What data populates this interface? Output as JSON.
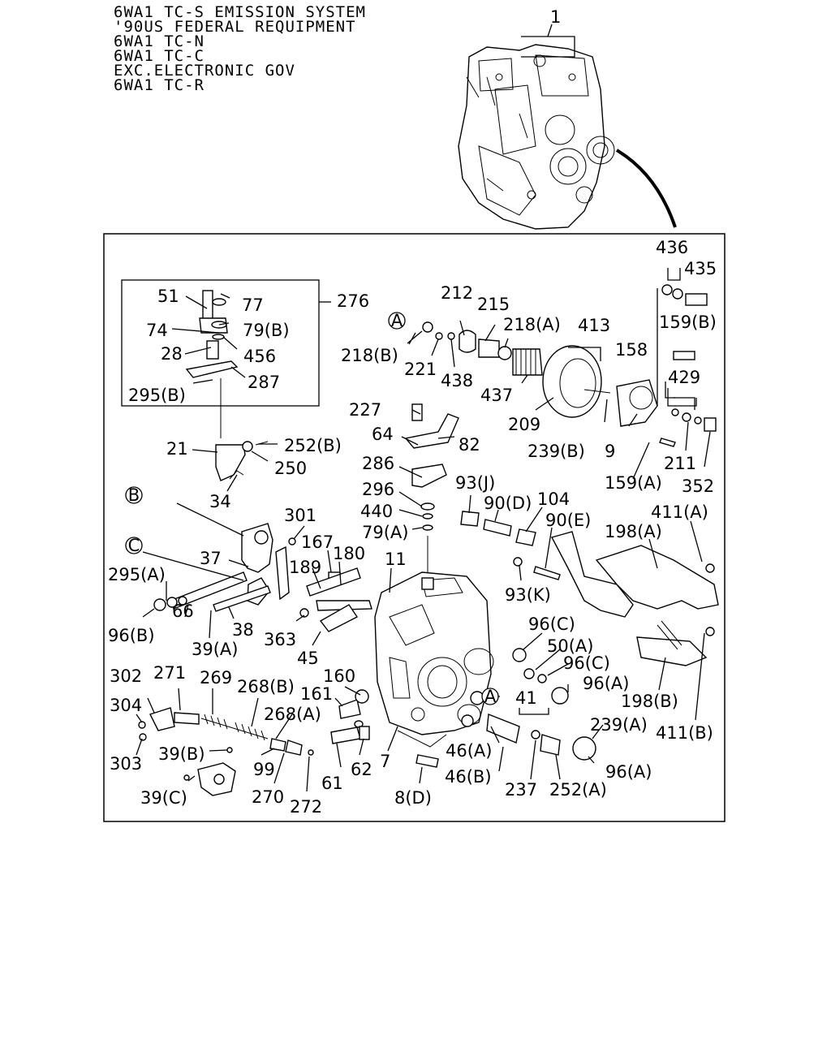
{
  "header_lines": [
    "6WA1 TC-S EMISSION SYSTEM",
    "'90US FEDERAL REQUIPMENT",
    "6WA1 TC-N",
    "6WA1 TC-C",
    "EXC.ELECTRONIC GOV",
    "6WA1 TC-R"
  ],
  "callouts": {
    "A": "A",
    "B": "B",
    "C": "C"
  },
  "labels": [
    "1",
    "436",
    "435",
    "159(B)",
    "276",
    "51",
    "77",
    "79(B)",
    "74",
    "28",
    "456",
    "287",
    "295(B)",
    "212",
    "215",
    "218(A)",
    "413",
    "218(B)",
    "221",
    "438",
    "437",
    "158",
    "429",
    "209",
    "239(B)",
    "9",
    "211",
    "159(A)",
    "352",
    "227",
    "64",
    "82",
    "21",
    "252(B)",
    "250",
    "34",
    "286",
    "296",
    "93(J)",
    "90(D)",
    "104",
    "440",
    "90(E)",
    "79(A)",
    "411(A)",
    "198(A)",
    "301",
    "167",
    "180",
    "37",
    "189",
    "11",
    "295(A)",
    "66",
    "38",
    "93(K)",
    "96(B)",
    "39(A)",
    "363",
    "45",
    "96(C)",
    "50(A)",
    "96(C)",
    "96(A)",
    "302",
    "271",
    "269",
    "268(B)",
    "160",
    "161",
    "268(A)",
    "304",
    "41",
    "198(B)",
    "239(A)",
    "411(B)",
    "303",
    "39(B)",
    "99",
    "62",
    "7",
    "46(A)",
    "96(A)",
    "46(B)",
    "39(C)",
    "270",
    "272",
    "61",
    "8(D)",
    "237",
    "252(A)"
  ]
}
